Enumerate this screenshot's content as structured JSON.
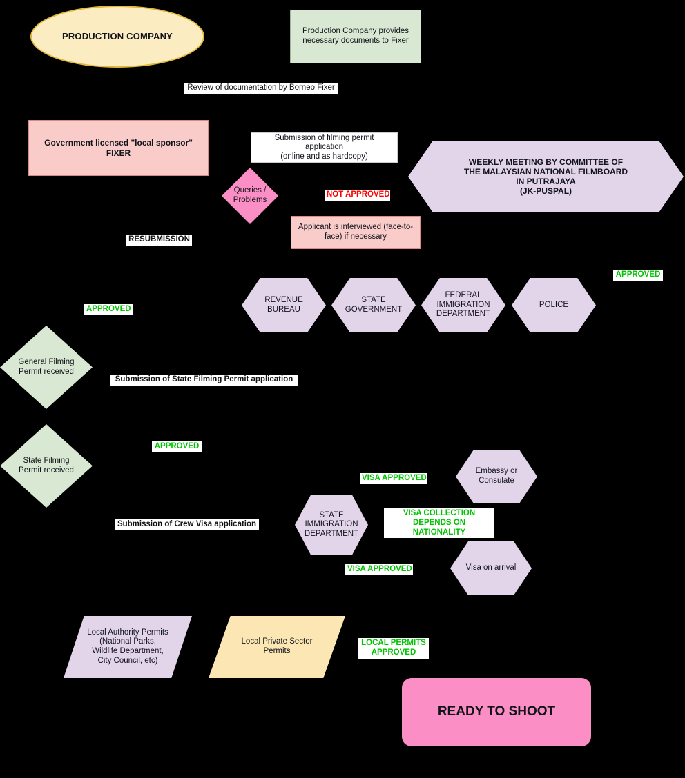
{
  "diagram": {
    "title": "Malaysia Filming Permit Process Flowchart",
    "background_color": "#000000",
    "colors": {
      "oval_fill": "#fcecc2",
      "oval_border": "#e0b93c",
      "pink_fill": "#f9ccca",
      "green_fill": "#d8e8d2",
      "lavender_fill": "#e2d5ea",
      "hot_pink_fill": "#fb8ec4",
      "cream_fill": "#fbe6b4",
      "approved_text": "#00c400",
      "not_approved_text": "#ff0000"
    }
  },
  "nodes": {
    "production_company": "PRODUCTION COMPANY",
    "documents_note": "Production Company provides\nnecessary documents to Fixer",
    "review_label": "Review of documentation by Borneo Fixer",
    "fixer": "Government licensed \"local sponsor\"\nFIXER",
    "submission_permit": "Submission of filming permit application\n(online and as hardcopy)",
    "queries": "Queries /\nProblems",
    "not_approved": "NOT APPROVED",
    "resubmission": "RESUBMISSION",
    "applicant_interviewed": "Applicant is interviewed (face-to-\nface) if necessary",
    "weekly_meeting": "WEEKLY MEETING BY COMMITTEE OF\nTHE MALAYSIAN NATIONAL FILMBOARD\nIN PUTRAJAYA\n(JK-PUSPAL)",
    "approved_top_right": "APPROVED",
    "revenue_bureau": "REVENUE\nBUREAU",
    "state_government": "STATE\nGOVERNMENT",
    "federal_immigration": "FEDERAL\nIMMIGRATION\nDEPARTMENT",
    "police": "POLICE",
    "approved_left": "APPROVED",
    "general_permit": "General Filming\nPermit received",
    "submission_state_permit": "Submission of State Filming Permit application",
    "approved_state": "APPROVED",
    "state_permit": "State Filming\nPermit received",
    "submission_crew_visa": "Submission of Crew Visa application",
    "state_immigration": "STATE\nIMMIGRATION\nDEPARTMENT",
    "visa_approved_upper": "VISA APPROVED",
    "visa_collection": "VISA COLLECTION\nDEPENDS ON NATIONALITY",
    "visa_approved_lower": "VISA APPROVED",
    "embassy": "Embassy or\nConsulate",
    "visa_on_arrival": "Visa on arrival",
    "local_authority_permits": "Local Authority Permits\n(National Parks,\nWildlife Department,\nCity Council, etc)",
    "local_private_permits": "Local Private Sector\nPermits",
    "local_permits_approved": "LOCAL PERMITS\nAPPROVED",
    "ready_to_shoot": "READY TO SHOOT"
  }
}
